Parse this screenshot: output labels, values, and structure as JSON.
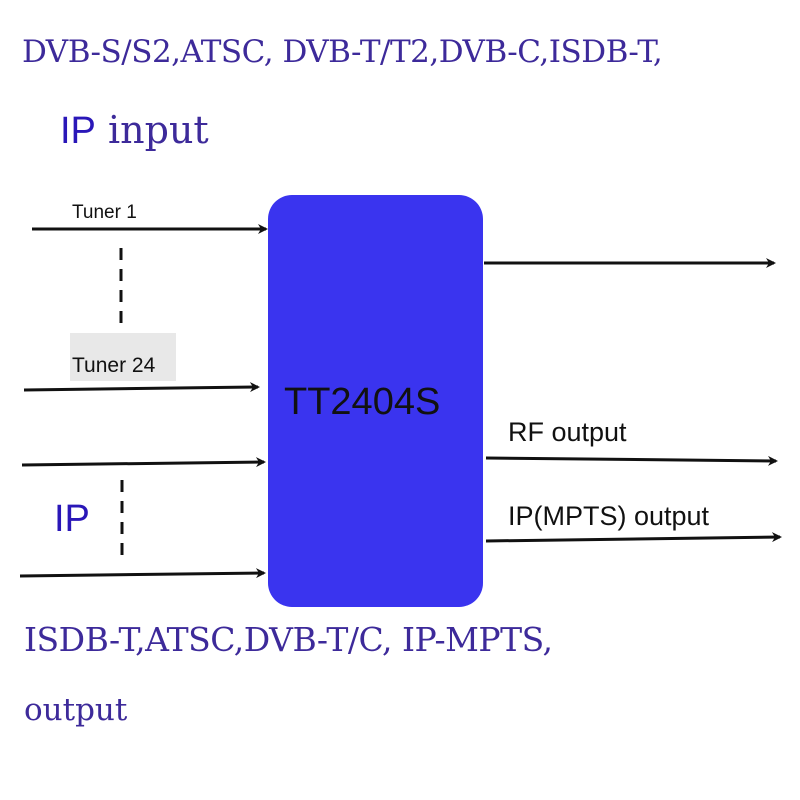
{
  "header": {
    "input_standards": "DVB-S/S2,ATSC, DVB-T/T2,DVB-C,ISDB-T,",
    "ip_word": "IP",
    "input_word": " input"
  },
  "inputs": {
    "tuner1_label": "Tuner 1",
    "tuner24_label": "Tuner 24",
    "ip_label": "IP"
  },
  "device": {
    "name": "TT2404S",
    "fill_color": "#3a34ef"
  },
  "outputs": {
    "rf_label": "RF output",
    "ip_label": "IP(MPTS) output"
  },
  "footer": {
    "output_standards": "ISDB-T,ATSC,DVB-T/C, IP-MPTS,",
    "output_word": "output"
  },
  "colors": {
    "heading_text": "#3d2a9a",
    "ip_text": "#2a17b8",
    "arrow": "#111111"
  }
}
